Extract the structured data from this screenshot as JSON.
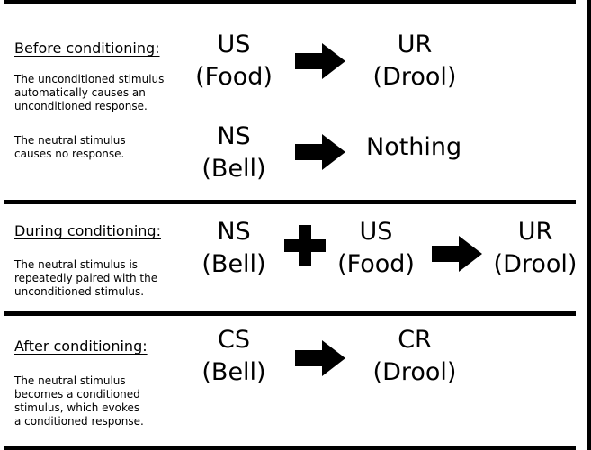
{
  "sections": [
    {
      "heading": "Before conditioning:",
      "rows": [
        {
          "description": [
            "The unconditioned stimulus",
            "automatically causes an",
            "unconditioned response."
          ],
          "left": {
            "abbr": "US",
            "name": "(Food)"
          },
          "right": {
            "abbr": "UR",
            "name": "(Drool)"
          }
        },
        {
          "description": [
            "The neutral stimulus",
            "causes no response."
          ],
          "left": {
            "abbr": "NS",
            "name": "(Bell)"
          },
          "right_text": "Nothing"
        }
      ]
    },
    {
      "heading": "During conditioning:",
      "description": [
        "The neutral stimulus is",
        "repeatedly paired with the",
        "unconditioned stimulus."
      ],
      "first": {
        "abbr": "NS",
        "name": "(Bell)"
      },
      "second": {
        "abbr": "US",
        "name": "(Food)"
      },
      "result": {
        "abbr": "UR",
        "name": "(Drool)"
      }
    },
    {
      "heading": "After conditioning:",
      "description": [
        "The neutral stimulus",
        "becomes a conditioned",
        "stimulus, which evokes",
        "a conditioned response."
      ],
      "left": {
        "abbr": "CS",
        "name": "(Bell)"
      },
      "right": {
        "abbr": "CR",
        "name": "(Drool)"
      }
    }
  ],
  "icons": {
    "arrow": "right-arrow-icon",
    "plus": "plus-icon"
  },
  "colors": {
    "ink": "#000000",
    "background": "#ffffff"
  }
}
